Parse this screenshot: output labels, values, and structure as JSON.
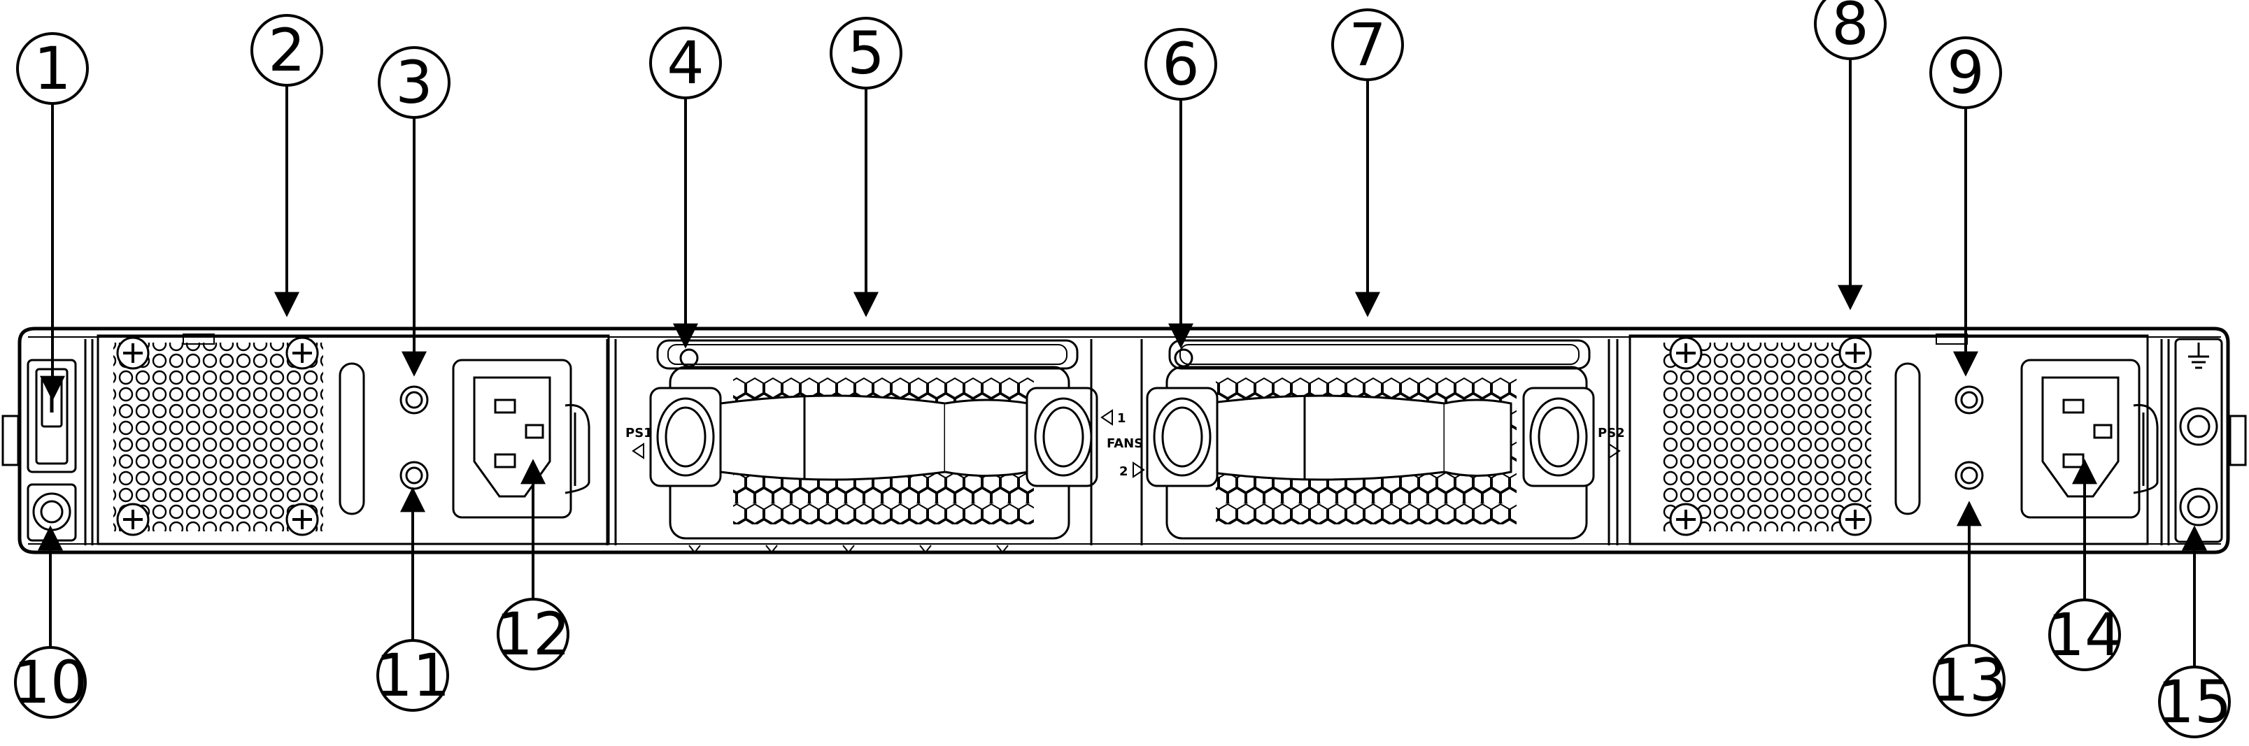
{
  "panel_labels": {
    "ps1": "PS1",
    "ps2": "PS2",
    "fans": "FANS",
    "fan1": "1",
    "fan2": "2"
  },
  "icons": {
    "ground": "ground-symbol-icon",
    "power_switch": "power-switch-icon"
  },
  "callouts": [
    {
      "id": "c1",
      "label": "1"
    },
    {
      "id": "c2",
      "label": "2"
    },
    {
      "id": "c3",
      "label": "3"
    },
    {
      "id": "c4",
      "label": "4"
    },
    {
      "id": "c5",
      "label": "5"
    },
    {
      "id": "c6",
      "label": "6"
    },
    {
      "id": "c7",
      "label": "7"
    },
    {
      "id": "c8",
      "label": "8"
    },
    {
      "id": "c9",
      "label": "9"
    },
    {
      "id": "c10",
      "label": "10"
    },
    {
      "id": "c11",
      "label": "11"
    },
    {
      "id": "c12",
      "label": "12"
    },
    {
      "id": "c13",
      "label": "13"
    },
    {
      "id": "c14",
      "label": "14"
    },
    {
      "id": "c15",
      "label": "15"
    }
  ]
}
